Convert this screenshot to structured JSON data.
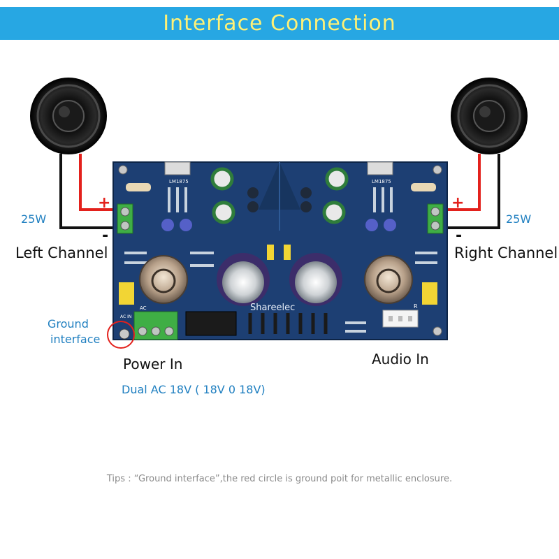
{
  "title": "Interface Connection",
  "left_channel": {
    "power": "25W",
    "label": "Left Channel",
    "plus": "+",
    "minus": "-"
  },
  "right_channel": {
    "power": "25W",
    "label": "Right Channel",
    "plus": "+",
    "minus": "-"
  },
  "ground": {
    "line1": "Ground",
    "line2": "interface"
  },
  "power_in": {
    "label": "Power In",
    "spec": "Dual AC 18V ( 18V  0  18V)"
  },
  "audio_in": {
    "label": "Audio In"
  },
  "tips": "Tips : “Ground interface”,the red circle is ground poit for metallic enclosure.",
  "board": {
    "brand": "Shareelec",
    "chip_left": "LM1875",
    "chip_right": "LM1875",
    "ac_label": "AC",
    "ac_in_label": "AC IN",
    "r_label": "R"
  },
  "colors": {
    "banner": "#27a7e3",
    "title": "#fff176",
    "board": "#1d3f73",
    "wire_red": "#e3211c",
    "accent_text": "#1f7fc0"
  }
}
